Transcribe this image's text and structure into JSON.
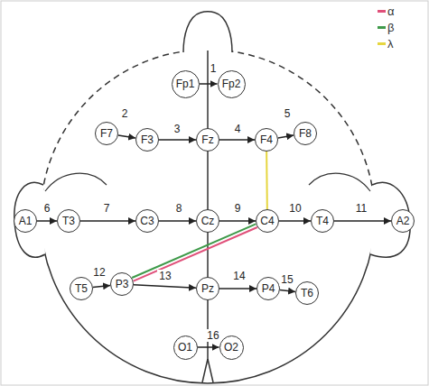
{
  "diagram": {
    "nodes": [
      {
        "text": [
          "Fp1"
        ]
      },
      {
        "text": [
          "Fp2"
        ]
      },
      {
        "text": [
          "F7"
        ]
      },
      {
        "text": [
          "F3"
        ]
      },
      {
        "text": [
          "Fz"
        ]
      },
      {
        "text": [
          "F4"
        ]
      },
      {
        "text": [
          "F8"
        ]
      },
      {
        "text": [
          "A1"
        ]
      },
      {
        "text": [
          "T3"
        ]
      },
      {
        "text": [
          "C3"
        ]
      },
      {
        "text": [
          "Cz"
        ]
      },
      {
        "text": [
          "C4"
        ]
      },
      {
        "text": [
          "T4"
        ]
      },
      {
        "text": [
          "A2"
        ]
      },
      {
        "text": [
          "T5"
        ]
      },
      {
        "text": [
          "P3"
        ]
      },
      {
        "text": [
          "Pz"
        ]
      },
      {
        "text": [
          "P4"
        ]
      },
      {
        "text": [
          "T6"
        ]
      },
      {
        "text": [
          "O1"
        ]
      },
      {
        "text": [
          "O2"
        ]
      }
    ],
    "edges": [
      {
        "from": 0,
        "to": 1,
        "arrow": "to",
        "label": "1"
      },
      {
        "from": 2,
        "to": 3,
        "arrow": "to",
        "label": "2"
      },
      {
        "from": 3,
        "to": 4,
        "arrow": "to",
        "label": "3"
      },
      {
        "from": 4,
        "to": 5,
        "arrow": "to",
        "label": "4"
      },
      {
        "from": 5,
        "to": 6,
        "arrow": "to",
        "label": "5"
      },
      {
        "from": 7,
        "to": 8,
        "arrow": "to",
        "label": "6"
      },
      {
        "from": 8,
        "to": 9,
        "arrow": "to",
        "label": "7"
      },
      {
        "from": 9,
        "to": 10,
        "arrow": "to",
        "label": "8"
      },
      {
        "from": 10,
        "to": 11,
        "arrow": "to",
        "label": "9"
      },
      {
        "from": 11,
        "to": 12,
        "arrow": "to",
        "label": "10"
      },
      {
        "from": 12,
        "to": 13,
        "arrow": "to",
        "label": "11"
      },
      {
        "from": 14,
        "to": 15,
        "arrow": "to",
        "label": "12"
      },
      {
        "from": 15,
        "to": 16,
        "arrow": "to",
        "label": "13"
      },
      {
        "from": 16,
        "to": 17,
        "arrow": "to",
        "label": "14"
      },
      {
        "from": 17,
        "to": 18,
        "arrow": "to",
        "label": "15"
      },
      {
        "from": 19,
        "to": 20,
        "arrow": "to",
        "label": "16"
      },
      {
        "from": 5,
        "to": 11,
        "arrow": "none"
      },
      {
        "from": 15,
        "to": 11,
        "arrow": "none"
      },
      {
        "from": 15,
        "to": 11,
        "arrow": "none"
      }
    ],
    "legend": [
      {
        "text": "α",
        "color": "#e0507a"
      },
      {
        "text": "β",
        "color": "#3f9a4a"
      },
      {
        "text": "λ",
        "color": "#e6d640"
      }
    ]
  }
}
